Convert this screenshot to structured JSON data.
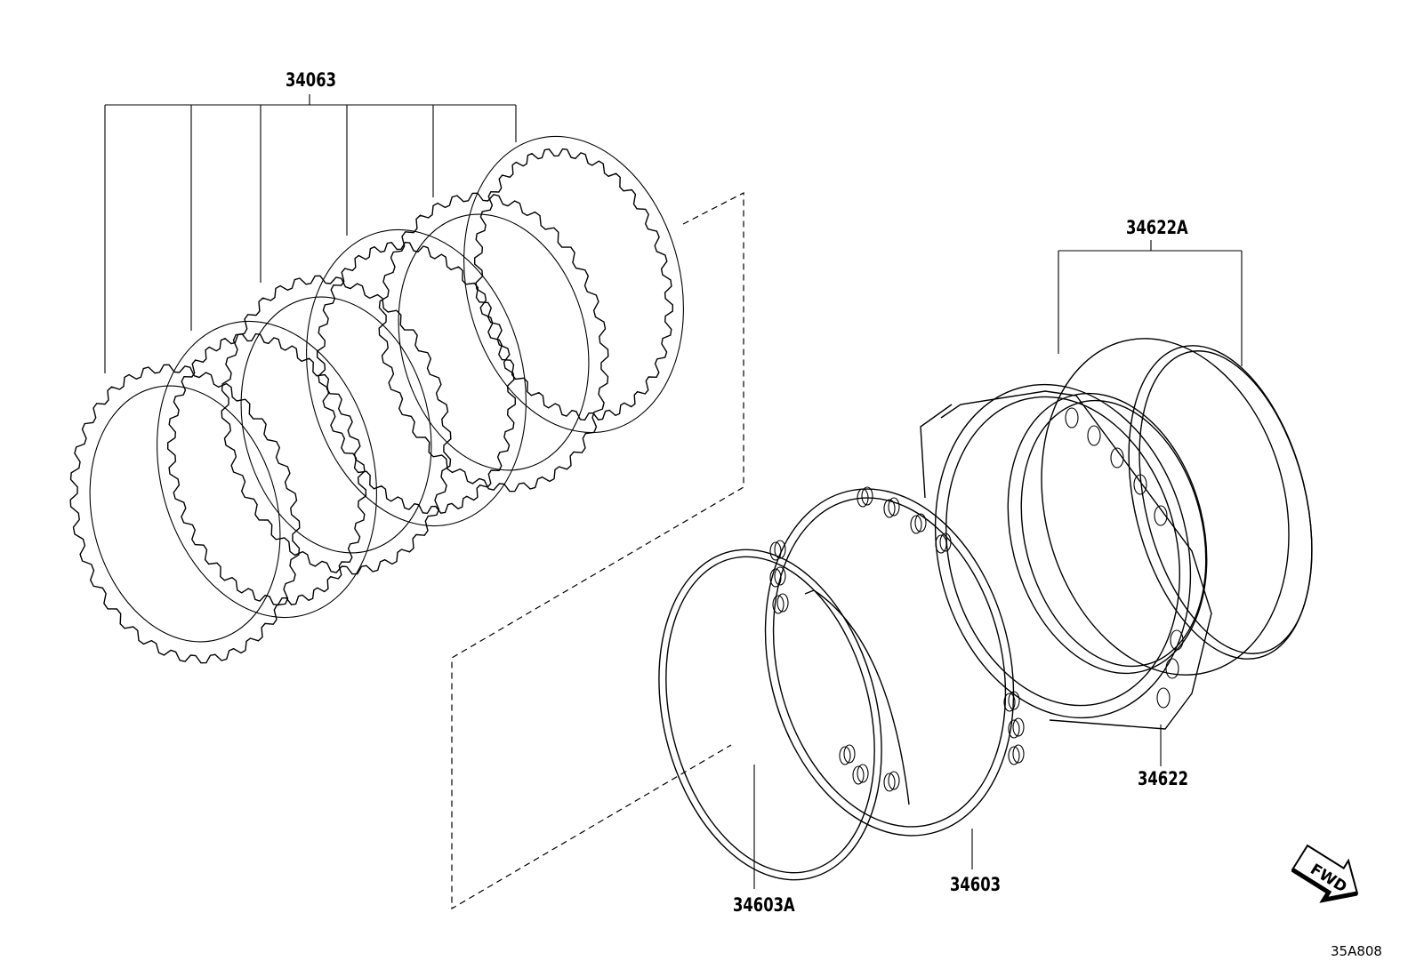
{
  "parts": {
    "clutch_plates": "34063",
    "piston_seal_set": "34622A",
    "piston": "34622",
    "return_spring": "34603",
    "snap_ring": "34603A"
  },
  "fwd_label": "FWD",
  "diagram_code": "35A808"
}
